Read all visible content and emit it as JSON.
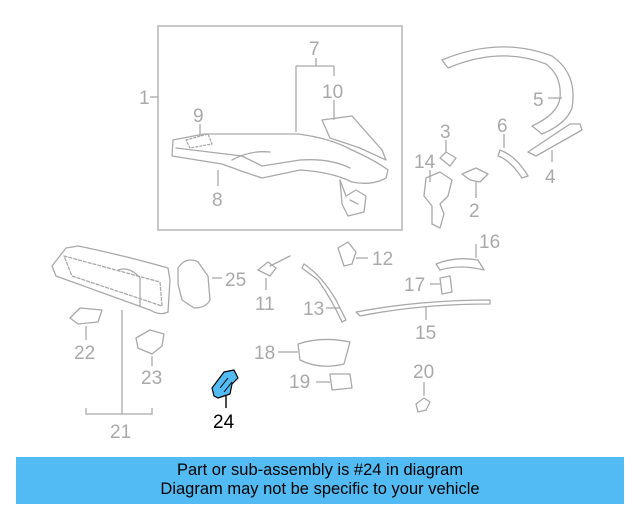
{
  "callouts": {
    "c1": "1",
    "c2": "2",
    "c3": "3",
    "c4": "4",
    "c5": "5",
    "c6": "6",
    "c7": "7",
    "c8": "8",
    "c9": "9",
    "c10": "10",
    "c11": "11",
    "c12": "12",
    "c13": "13",
    "c14": "14",
    "c15": "15",
    "c16": "16",
    "c17": "17",
    "c18": "18",
    "c19": "19",
    "c20": "20",
    "c21": "21",
    "c22": "22",
    "c23": "23",
    "c24": "24",
    "c25": "25"
  },
  "highlight": {
    "part_number": "24",
    "color": "#53bbf4"
  },
  "colors": {
    "line_art": "#a9a9a9",
    "banner": "#53bbf4",
    "highlight_text": "#000000"
  },
  "banner": {
    "line1": "Part or sub-assembly is #24 in diagram",
    "line2": "Diagram may not be specific to your vehicle"
  }
}
